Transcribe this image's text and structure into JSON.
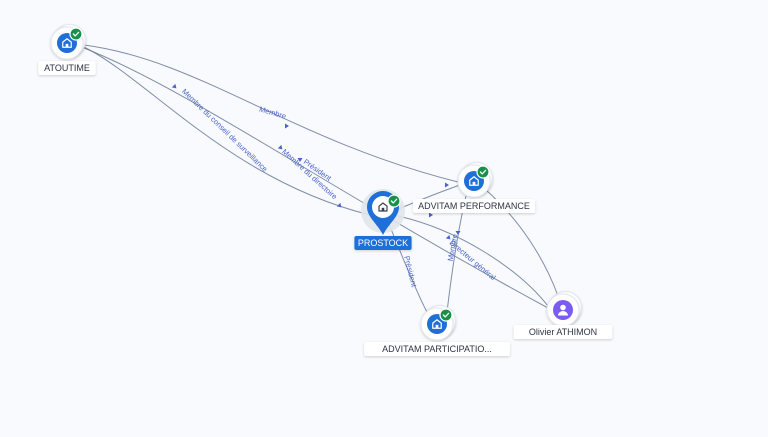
{
  "colors": {
    "background": "#f8fafd",
    "edge": "#6b7a99",
    "edge_label": "#4a63c8",
    "company_blue": "#1f6fd8",
    "verified_green": "#17914a",
    "person_purple": "#7b5cf0",
    "focus_label_bg": "#1f6fd8"
  },
  "nodes": [
    {
      "id": "atoutime",
      "label": "ATOUTIME",
      "kind": "company",
      "icon": "building-icon",
      "verified": true
    },
    {
      "id": "prostock",
      "label": "PROSTOCK",
      "kind": "company-focus",
      "icon": "building-pin-icon",
      "verified": true
    },
    {
      "id": "advitam-performance",
      "label": "ADVITAM PERFORMANCE",
      "kind": "company",
      "icon": "building-icon",
      "verified": true
    },
    {
      "id": "advitam-participations",
      "label": "ADVITAM PARTICIPATIO...",
      "kind": "company",
      "icon": "building-icon",
      "verified": true
    },
    {
      "id": "olivier-athimon",
      "label": "Olivier ATHIMON",
      "kind": "person",
      "icon": "person-icon",
      "verified": false
    }
  ],
  "edges": [
    {
      "id": "e1",
      "source": "atoutime",
      "target": "advitam-performance",
      "label": "Membre"
    },
    {
      "id": "e2",
      "source": "atoutime",
      "target": "prostock",
      "label": "Membre du conseil de surveillance"
    },
    {
      "id": "e3",
      "source": "atoutime",
      "target": "olivier-athimon",
      "label": "Membre du directoire"
    },
    {
      "id": "e4",
      "source": "prostock",
      "target": "advitam-performance",
      "label": "Président"
    },
    {
      "id": "e5",
      "source": "prostock",
      "target": "advitam-participations",
      "label": "Président"
    },
    {
      "id": "e6",
      "source": "prostock",
      "target": "olivier-athimon",
      "label": "Directeur général"
    },
    {
      "id": "e7",
      "source": "advitam-participations",
      "target": "advitam-performance",
      "label": "Membre"
    },
    {
      "id": "e8",
      "source": "advitam-performance",
      "target": "olivier-athimon",
      "label": ""
    }
  ]
}
